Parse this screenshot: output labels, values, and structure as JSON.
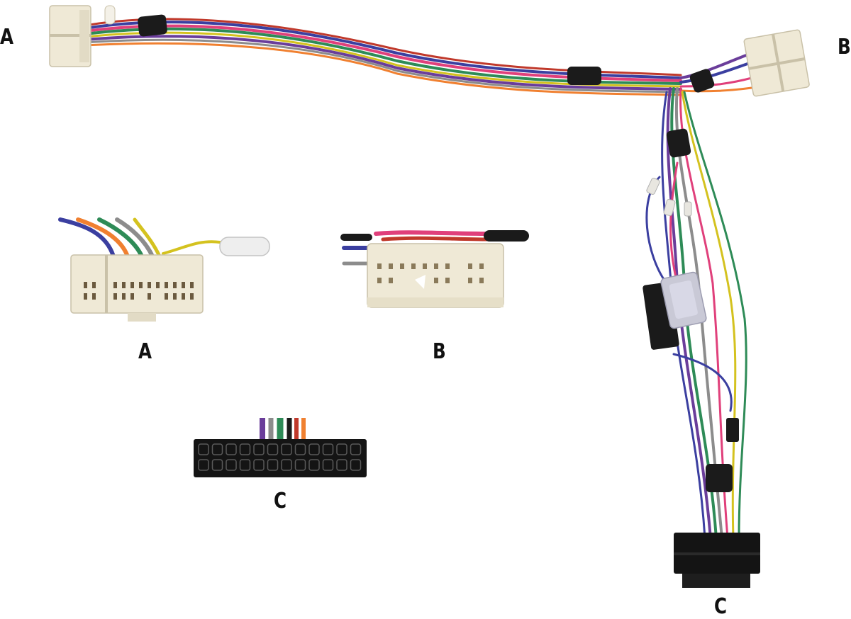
{
  "labels": {
    "connector_a_top": "A",
    "connector_b_top": "B",
    "connector_c_bottom": "C",
    "detail_a_caption": "A",
    "detail_b_caption": "B",
    "detail_c_caption": "C"
  },
  "colors": {
    "background": "#ffffff",
    "connector_white": "#efe9d6",
    "connector_black": "#141414",
    "tape_black": "#1b1b1b",
    "fuse_holder": "#1a1a1a",
    "fuse_clear": "#c9c9d6",
    "wire_palette": [
      "#3b3fa0",
      "#6a3d9a",
      "#e0407b",
      "#d4c21f",
      "#2e8b57",
      "#f08030",
      "#8c8c8c",
      "#ffffff",
      "#1a1a1a",
      "#c0392b",
      "#ff9ec6"
    ]
  }
}
